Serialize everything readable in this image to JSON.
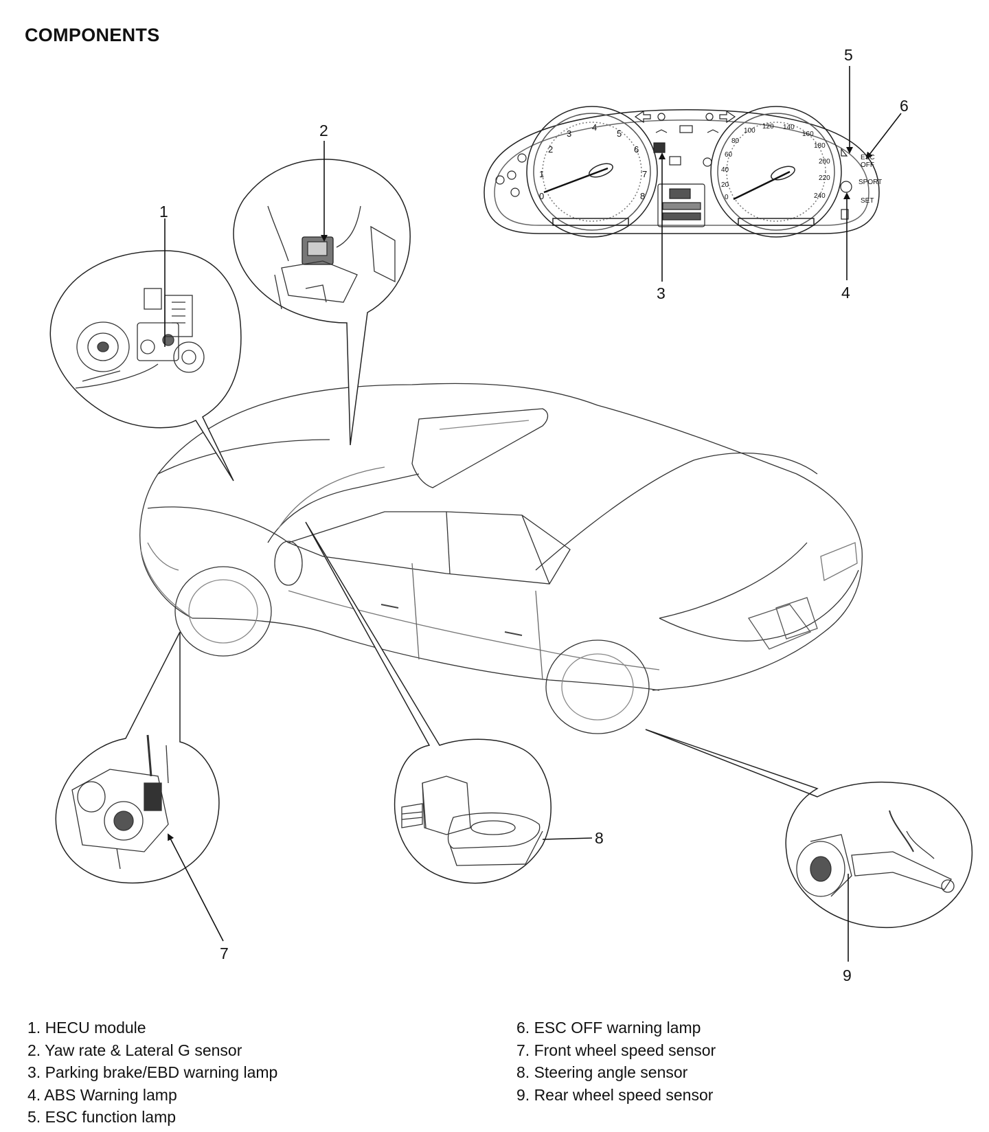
{
  "title": "COMPONENTS",
  "callouts": [
    "1",
    "2",
    "3",
    "4",
    "5",
    "6",
    "7",
    "8",
    "9"
  ],
  "legend_left": [
    "1. HECU module",
    "2. Yaw rate & Lateral G sensor",
    "3. Parking brake/EBD warning lamp",
    "4. ABS Warning lamp",
    "5. ESC function lamp"
  ],
  "legend_right": [
    "6. ESC OFF warning lamp",
    "7. Front wheel speed sensor",
    "8. Steering angle sensor",
    "9. Rear wheel speed sensor"
  ],
  "tachometer_numbers": [
    "0",
    "1",
    "2",
    "3",
    "4",
    "5",
    "6",
    "7",
    "8"
  ],
  "speedometer_numbers": [
    "0",
    "20",
    "40",
    "60",
    "80",
    "100",
    "120",
    "140",
    "160",
    "180",
    "200",
    "220",
    "240"
  ],
  "cluster_labels": {
    "esc_off_top": "ESC",
    "esc_off_bottom": "OFF",
    "sport": "SPORT",
    "set": "SET"
  }
}
